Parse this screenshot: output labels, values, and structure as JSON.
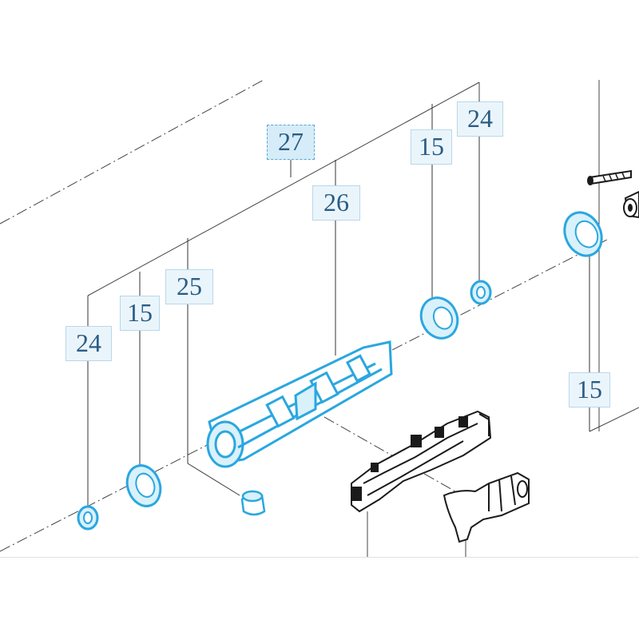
{
  "diagram": {
    "callouts": [
      {
        "id": "c27",
        "label": "27",
        "selected": true
      },
      {
        "id": "c26",
        "label": "26",
        "selected": false
      },
      {
        "id": "c25",
        "label": "25",
        "selected": false
      },
      {
        "id": "c15a",
        "label": "15",
        "selected": false
      },
      {
        "id": "c24a",
        "label": "24",
        "selected": false
      },
      {
        "id": "c15b",
        "label": "15",
        "selected": false
      },
      {
        "id": "c24b",
        "label": "24",
        "selected": false
      },
      {
        "id": "c15c",
        "label": "15",
        "selected": false
      }
    ],
    "colors": {
      "highlight_part": "#2aa7e0",
      "black_part": "#1a1a1a",
      "leader_line": "#333333",
      "callout_text": "#2a5d86"
    },
    "icons": [
      "bearing-icon",
      "seal-ring-icon",
      "handle-tube-icon",
      "pin-icon",
      "bolt-icon",
      "bracket-icon",
      "clamp-icon"
    ]
  }
}
